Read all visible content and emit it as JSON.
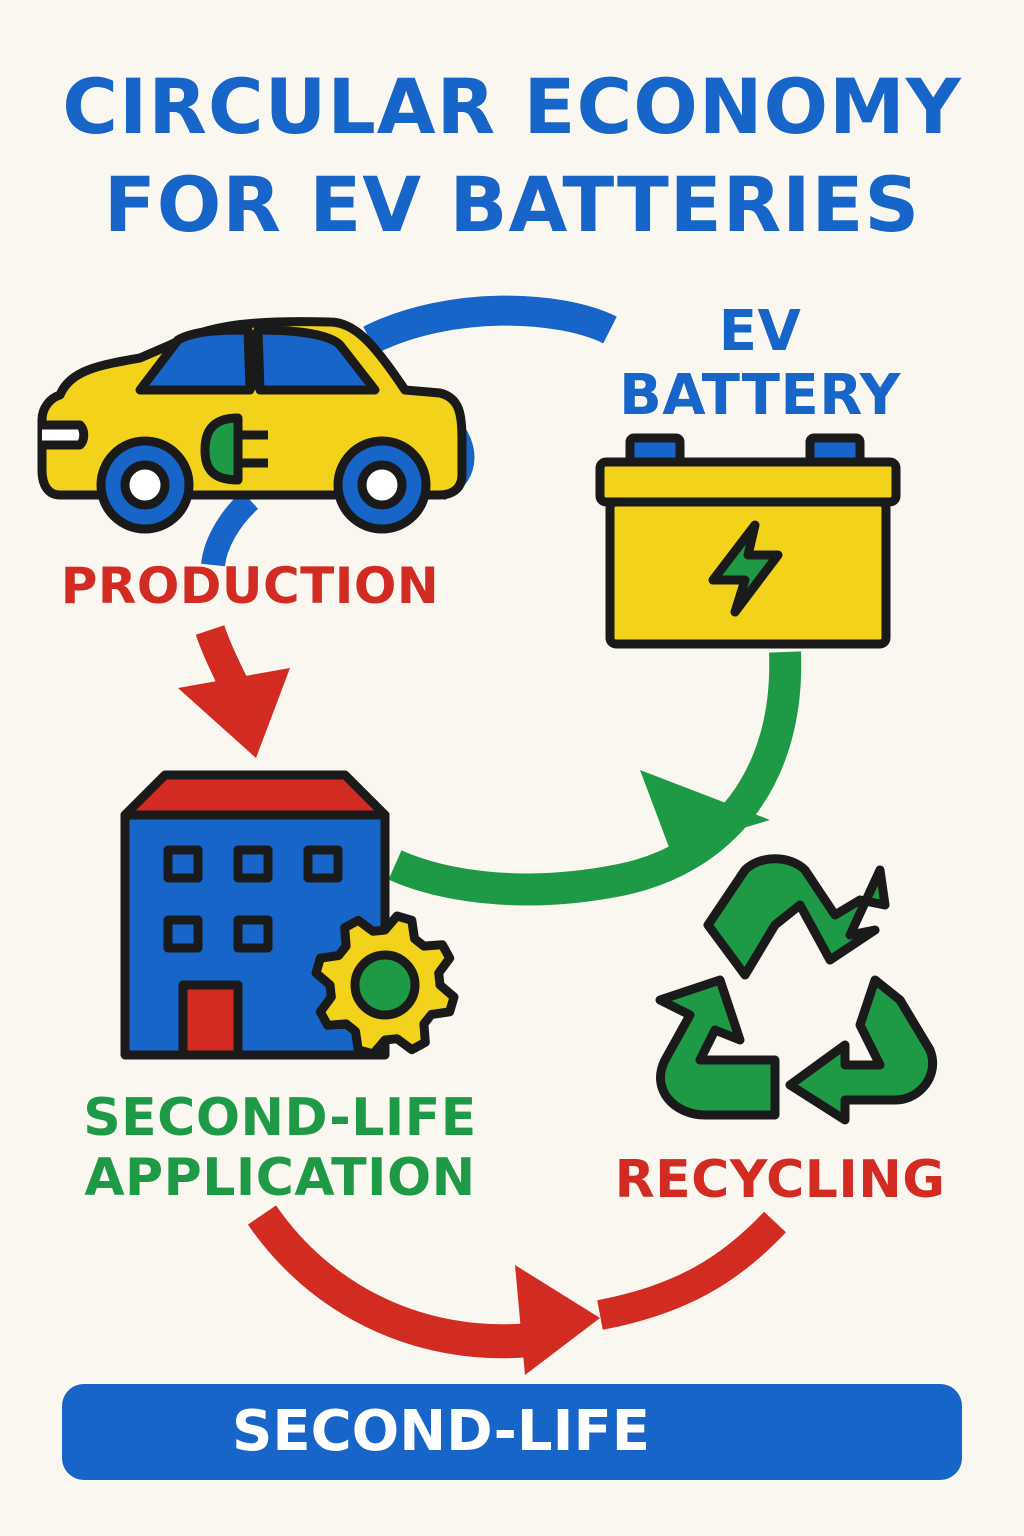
{
  "title": {
    "line1": "CIRCULAR ECONOMY",
    "line2": "FOR EV BATTERIES"
  },
  "stages": {
    "battery": {
      "line1": "EV",
      "line2": "BATTERY"
    },
    "production": "PRODUCTION",
    "second_life": {
      "line1": "SECOND-LIFE",
      "line2": "APPLICATION"
    },
    "recycling": "RECYCLING"
  },
  "footer": "SECOND-LIFE",
  "colors": {
    "blue": "#1765C8",
    "red": "#D12B22",
    "green": "#1E9A46",
    "yellow": "#F2D21A",
    "background": "#FAF7F0"
  },
  "icons": [
    "electric-car-icon",
    "battery-icon",
    "factory-building-icon",
    "gear-icon",
    "recycle-icon"
  ]
}
